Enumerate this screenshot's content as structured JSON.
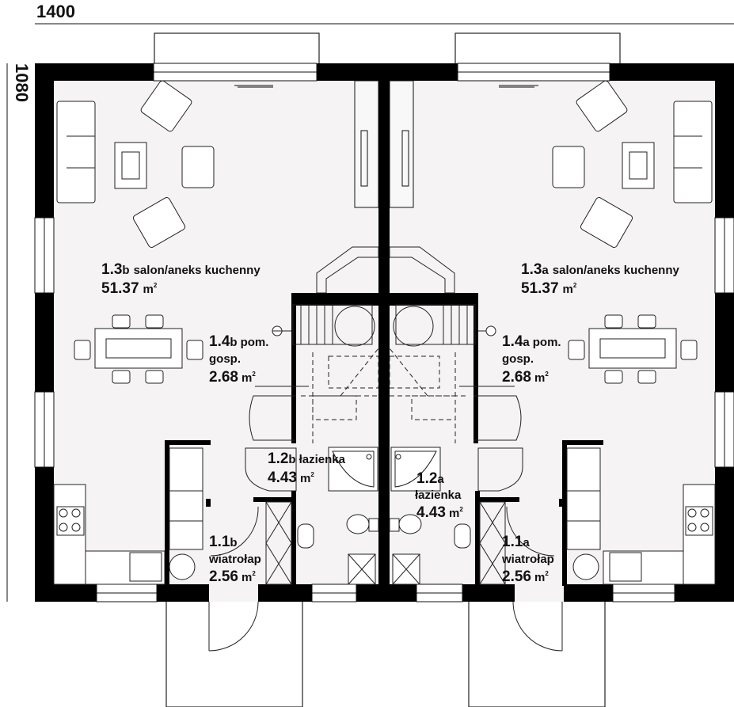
{
  "dimensions": {
    "width_label": "1400",
    "height_label": "1080"
  },
  "rooms": {
    "salon_b": {
      "code": "1.3",
      "suffix": "b",
      "name": "salon/aneks kuchenny",
      "area": "51.37",
      "unit": "m",
      "exp": "2"
    },
    "salon_a": {
      "code": "1.3",
      "suffix": "a",
      "name": "salon/aneks kuchenny",
      "area": "51.37",
      "unit": "m",
      "exp": "2"
    },
    "pom_b": {
      "code": "1.4",
      "suffix": "b",
      "name": "pom.",
      "name2": "gosp.",
      "area": "2.68",
      "unit": "m",
      "exp": "2"
    },
    "pom_a": {
      "code": "1.4",
      "suffix": "a",
      "name": "pom.",
      "name2": "gosp.",
      "area": "2.68",
      "unit": "m",
      "exp": "2"
    },
    "lazienka_b": {
      "code": "1.2",
      "suffix": "b",
      "name": "łazienka",
      "area": "4.43",
      "unit": "m",
      "exp": "2"
    },
    "lazienka_a": {
      "code": "1.2",
      "suffix": "a",
      "name": "łazienka",
      "area": "4.43",
      "unit": "m",
      "exp": "2"
    },
    "wiatrolap_b": {
      "code": "1.1",
      "suffix": "b",
      "name": "wiatrołap",
      "area": "2.56",
      "unit": "m",
      "exp": "2"
    },
    "wiatrolap_a": {
      "code": "1.1",
      "suffix": "a",
      "name": "wiatrołap",
      "area": "2.56",
      "unit": "m",
      "exp": "2"
    }
  },
  "colors": {
    "wall": "#000000",
    "floor": "#f5f3f3",
    "line": "#1a1a1a"
  }
}
